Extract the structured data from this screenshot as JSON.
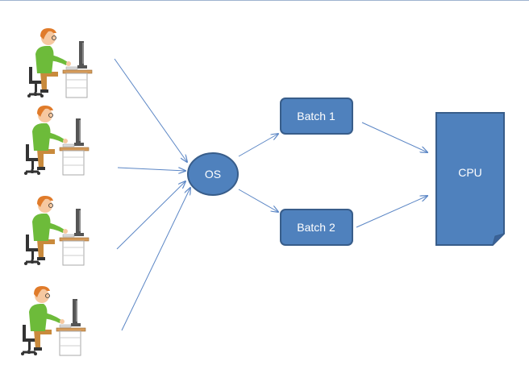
{
  "nodes": {
    "os": {
      "label": "OS"
    },
    "batch1": {
      "label": "Batch 1"
    },
    "batch2": {
      "label": "Batch 2"
    },
    "cpu": {
      "label": "CPU"
    }
  },
  "colors": {
    "node_fill": "#4f81bd",
    "node_stroke": "#385d8a",
    "arrow": "#5b86c5",
    "shirt": "#6dbb3a",
    "hair": "#e07b2a",
    "skin": "#f6c8a0",
    "pants": "#c98a3c",
    "desk": "#ffffff",
    "desk_top": "#d59b5a",
    "monitor": "#555555"
  },
  "icons": {
    "user": "person-at-computer-icon"
  }
}
